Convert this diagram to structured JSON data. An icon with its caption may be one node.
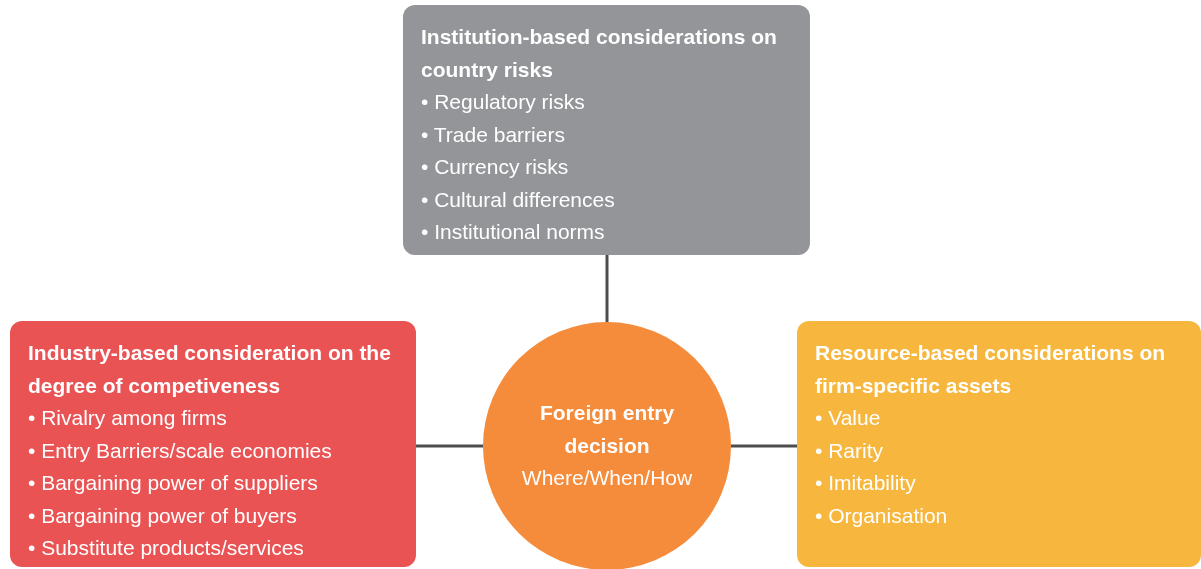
{
  "diagram": {
    "nodes": [
      {
        "text": [
          "Institution-based considerations on country risks",
          "• Regulatory risks",
          "• Trade barriers",
          "• Currency risks",
          "• Cultural differences",
          "• Institutional norms"
        ]
      },
      {
        "text": [
          "Industry-based consideration on the degree of competiveness",
          "• Rivalry among firms",
          "• Entry Barriers/scale economies",
          "• Bargaining power of suppliers",
          "• Bargaining power of buyers",
          "• Substitute products/services"
        ]
      },
      {
        "text": [
          "Foreign entry decision",
          "Where/When/How"
        ]
      },
      {
        "text": [
          "Resource-based considerations on firm-specific assets",
          "• Value",
          "• Rarity",
          "• Imitability",
          "• Organisation"
        ]
      }
    ],
    "edges": [
      {
        "from": 2,
        "to": 0,
        "arrow": "none"
      },
      {
        "from": 2,
        "to": 1,
        "arrow": "none"
      },
      {
        "from": 2,
        "to": 3,
        "arrow": "none"
      }
    ]
  }
}
